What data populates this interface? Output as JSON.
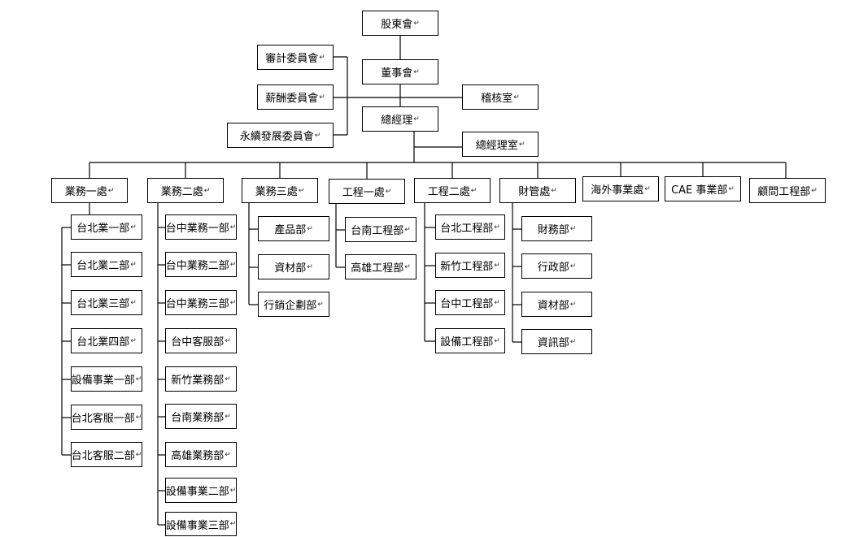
{
  "para_mark": "↵",
  "nodes": {
    "shareholders": "股東會",
    "board": "董事會",
    "audit_committee": "審計委員會",
    "compensation_committee": "薪酬委員會",
    "sustainability_committee": "永續發展委員會",
    "audit_office": "稽核室",
    "general_manager": "總經理",
    "gm_office": "總經理室",
    "biz1": "業務一處",
    "biz2": "業務二處",
    "biz3": "業務三處",
    "eng1": "工程一處",
    "eng2": "工程二處",
    "finance": "財管處",
    "overseas": "海外事業處",
    "cae": "CAE 事業部",
    "consult": "顧問工程部",
    "biz1_units": [
      "台北業一部",
      "台北業二部",
      "台北業三部",
      "台北業四部",
      "設備事業一部",
      "台北客服一部",
      "台北客服二部"
    ],
    "biz2_units": [
      "台中業務一部",
      "台中業務二部",
      "台中業務三部",
      "台中客服部",
      "新竹業務部",
      "台南業務部",
      "高雄業務部",
      "設備事業二部",
      "設備事業三部"
    ],
    "biz3_units": [
      "產品部",
      "資材部",
      "行銷企劃部"
    ],
    "eng1_units": [
      "台南工程部",
      "高雄工程部"
    ],
    "eng2_units": [
      "台北工程部",
      "新竹工程部",
      "台中工程部",
      "設備工程部"
    ],
    "finance_units": [
      "財務部",
      "行政部",
      "資材部",
      "資訊部"
    ]
  }
}
